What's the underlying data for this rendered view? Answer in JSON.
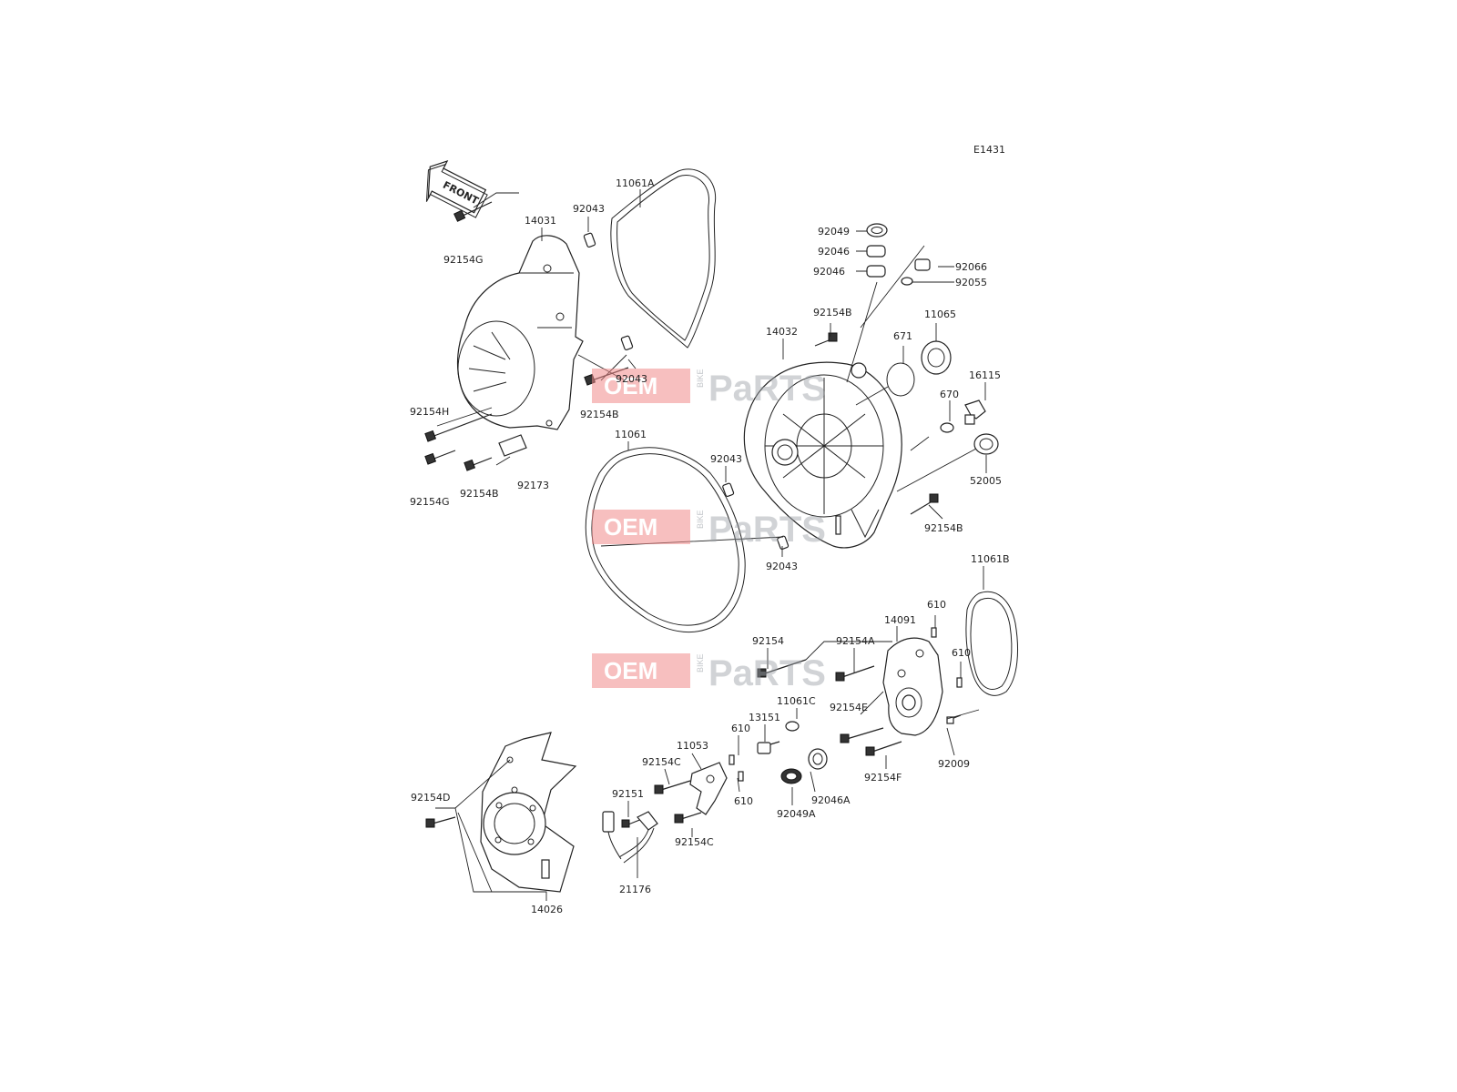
{
  "diagram_code": "E1431",
  "front_arrow_text": "FRONT",
  "watermark": {
    "brand": "OEM",
    "bike": "BIKE",
    "parts": "PaRTS",
    "color": "#f08a8a"
  },
  "labels": {
    "l_11061A": "11061A",
    "l_92043_top": "92043",
    "l_14031": "14031",
    "l_92154G_top": "92154G",
    "l_92043_mid": "92043",
    "l_92154B_left": "92154B",
    "l_92154H": "92154H",
    "l_92154G_bot": "92154G",
    "l_92154B_bot": "92154B",
    "l_92173": "92173",
    "l_11061": "11061",
    "l_92049": "92049",
    "l_92046_a": "92046",
    "l_92046_b": "92046",
    "l_92066": "92066",
    "l_92055": "92055",
    "l_92154B_top": "92154B",
    "l_14032": "14032",
    "l_671": "671",
    "l_11065": "11065",
    "l_16115": "16115",
    "l_670": "670",
    "l_52005": "52005",
    "l_92043_c": "92043",
    "l_92154B_right": "92154B",
    "l_92043_d": "92043",
    "l_11061B": "11061B",
    "l_14091": "14091",
    "l_610_a": "610",
    "l_610_b": "610",
    "l_92154": "92154",
    "l_92154A": "92154A",
    "l_11061C": "11061C",
    "l_13151": "13151",
    "l_610_c": "610",
    "l_11053": "11053",
    "l_92154E": "92154E",
    "l_92009": "92009",
    "l_92154C_top": "92154C",
    "l_92154F": "92154F",
    "l_92154D": "92154D",
    "l_92151": "92151",
    "l_610_d": "610",
    "l_92046A": "92046A",
    "l_92049A": "92049A",
    "l_92154C_bot": "92154C",
    "l_21176": "21176",
    "l_14026": "14026"
  }
}
